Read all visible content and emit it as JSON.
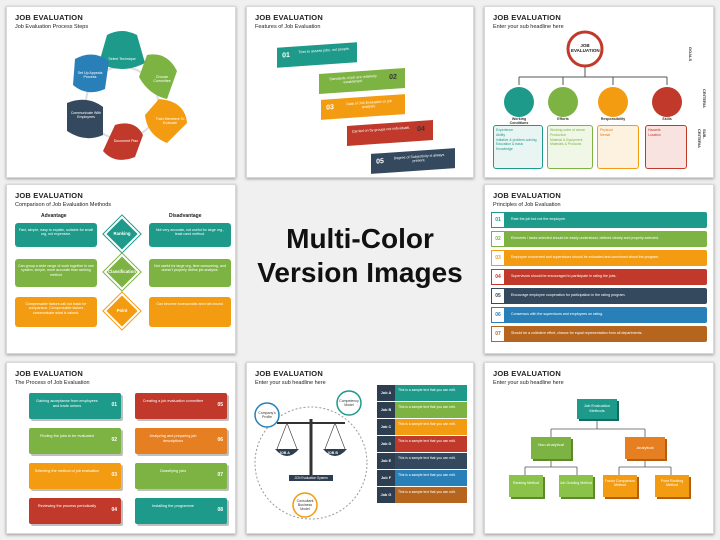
{
  "center_title": [
    "Multi-Color",
    "Version Images"
  ],
  "slides": {
    "s1": {
      "title": "JOB EVALUATION",
      "subtitle": "Job Evaluation Process Steps",
      "steps": [
        "Select Technique",
        "Choose Committee",
        "Train Members To Evaluate",
        "Document Plan",
        "Communicate With Employees",
        "Set Up Appeals Process"
      ]
    },
    "s2": {
      "title": "JOB EVALUATION",
      "subtitle": "Features of Job Evaluation",
      "items": [
        {
          "n": "01",
          "text": "Tries to assess jobs, not people."
        },
        {
          "n": "02",
          "text": "Standards of job are relatively established."
        },
        {
          "n": "03",
          "text": "Data of Job Evaluation is job analysis."
        },
        {
          "n": "04",
          "text": "Carried on by groups not individuals."
        },
        {
          "n": "05",
          "text": "Degree of Subjectivity is always present."
        }
      ]
    },
    "s3": {
      "title": "JOB EVALUATION",
      "subtitle": "Enter your sub headline here",
      "top": "JOB EVALUATION",
      "side": [
        "GOALS",
        "CRITERIA",
        "SUB-CRITERIA"
      ],
      "nodes": [
        "Working Conditions",
        "Efforts",
        "Responsibility",
        "Skills"
      ],
      "subs": [
        [
          "Experience",
          "Ability",
          "Initiative & problem-solving",
          "Education & basic Knowledge"
        ],
        [
          "Working order of sense",
          "Production",
          "Material & Equipment",
          "Materials & Products"
        ],
        [
          "Physical",
          "Mental"
        ],
        [
          "Hazards",
          "Location"
        ]
      ]
    },
    "s4": {
      "title": "JOB EVALUATION",
      "subtitle": "Comparison of Job Evaluation Methods",
      "adv": "Advantage",
      "dis": "Disadvantage",
      "rows": [
        {
          "mid": "Ranking",
          "left": "Fast, simple, easy to explain, suitable for small org, not expensive.",
          "right": "Not very accurate, not useful for large org., least used method."
        },
        {
          "mid": "Classification",
          "left": "Can group a wide range of work together in one system, simple, more accurate than ranking method",
          "right": "Not useful for large org, time consuming, and doesn't properly define job analysis."
        },
        {
          "mid": "Point",
          "left": "Compensable factors call out basic for comparison. Compensable factors communicate what is valued.",
          "right": "Can become bureaucratic and rule-bound."
        }
      ]
    },
    "s5": {
      "title": "JOB EVALUATION",
      "subtitle": "Principles of Job Evaluation",
      "rows": [
        {
          "n": "01",
          "text": "Rate the job but not the employee."
        },
        {
          "n": "02",
          "text": "Elements / tasks selected should be easily understood, defined clearly and properly selected."
        },
        {
          "n": "03",
          "text": "Employee concerned and supervisors should be educated and convinced about the program."
        },
        {
          "n": "04",
          "text": "Supervisors should be encouraged to participate in rating the jobs."
        },
        {
          "n": "05",
          "text": "Encourage employee cooperation for participation in the rating program."
        },
        {
          "n": "06",
          "text": "Consensus with the supervisors and employees on rating."
        },
        {
          "n": "07",
          "text": "Should be a collective effort, chance for equal representation from all departments."
        }
      ]
    },
    "s6": {
      "title": "JOB EVALUATION",
      "subtitle": "The Process of Job Evaluation",
      "items": [
        {
          "n": "01",
          "text": "Gaining acceptance from employees and trade unions"
        },
        {
          "n": "02",
          "text": "Finding the jobs to be evaluated"
        },
        {
          "n": "03",
          "text": "Selecting the method of job evaluation"
        },
        {
          "n": "04",
          "text": "Reviewing the process periodically"
        },
        {
          "n": "05",
          "text": "Creating a job evaluation committee"
        },
        {
          "n": "06",
          "text": "Analyzing and preparing job descriptions"
        },
        {
          "n": "07",
          "text": "Classifying jobs"
        },
        {
          "n": "08",
          "text": "Installing the programme"
        }
      ]
    },
    "s7": {
      "title": "JOB EVALUATION",
      "subtitle": "Enter your sub headline here",
      "circles": [
        "Company's Profile",
        "Competency Model",
        "Consultant Business Model"
      ],
      "pans": [
        "JOB A",
        "JOB B"
      ],
      "base": "JCN Evaluation System",
      "jobs": [
        "Job A",
        "Job B",
        "Job C",
        "Job D",
        "Job E",
        "Job F",
        "Job G"
      ],
      "job_text": "This is a sample text that you can edit."
    },
    "s8": {
      "title": "JOB EVALUATION",
      "subtitle": "Enter your sub headline here",
      "root": "Job Evaluation Methods",
      "mid": [
        "Non-Analytical",
        "Analytical"
      ],
      "leaves": [
        "Ranking Method",
        "Job Grading Method",
        "Factor Comparison Method",
        "Point Ranking Method"
      ]
    }
  },
  "colors": {
    "teal": "#1e9a8a",
    "green": "#7cb342",
    "orange": "#f39c12",
    "red": "#c0392b",
    "navy": "#34495e",
    "blue": "#2980b9",
    "brown": "#b5651d",
    "olive": "#8bc34a"
  }
}
